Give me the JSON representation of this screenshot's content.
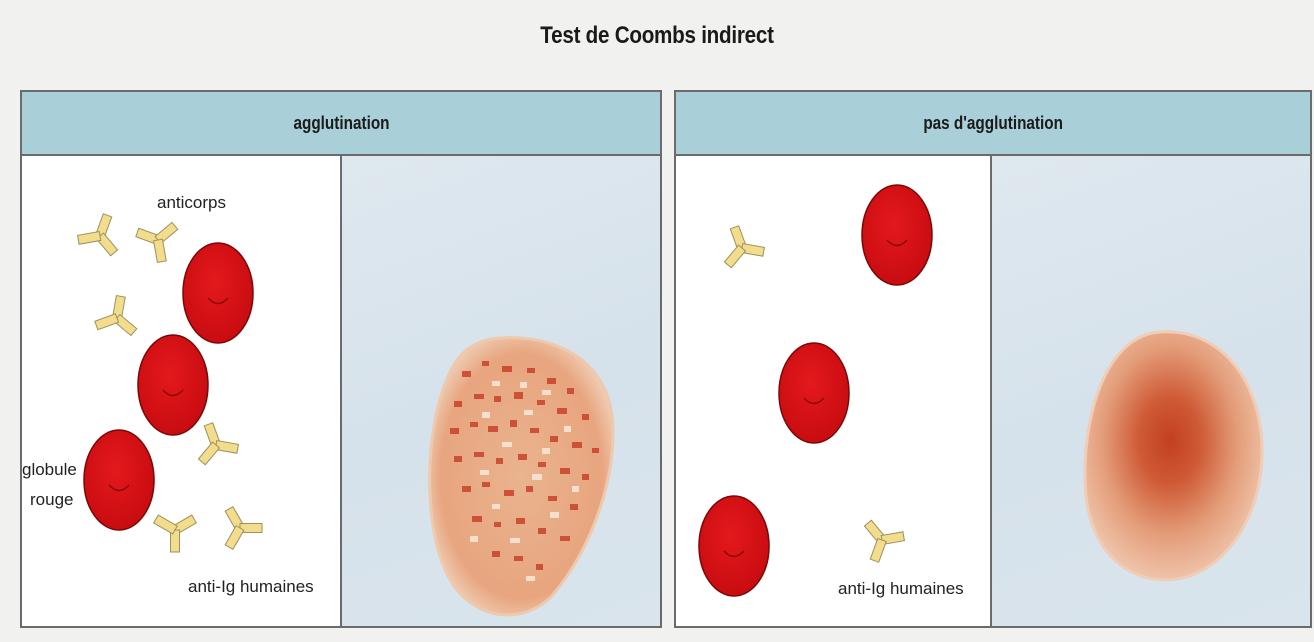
{
  "title": "Test de Coombs indirect",
  "panels": {
    "left": {
      "header": "agglutination"
    },
    "right": {
      "header": "pas d'agglutination"
    }
  },
  "labels": {
    "anticorps": "anticorps",
    "globule_line1": "globule",
    "globule_line2": "rouge",
    "anti_ig_left": "anti-Ig humaines",
    "anti_ig_right": "anti-Ig humaines"
  },
  "colors": {
    "red_cell": "#d30f12",
    "antibody": "#f3dc8c",
    "header": "#a9cfd8"
  }
}
